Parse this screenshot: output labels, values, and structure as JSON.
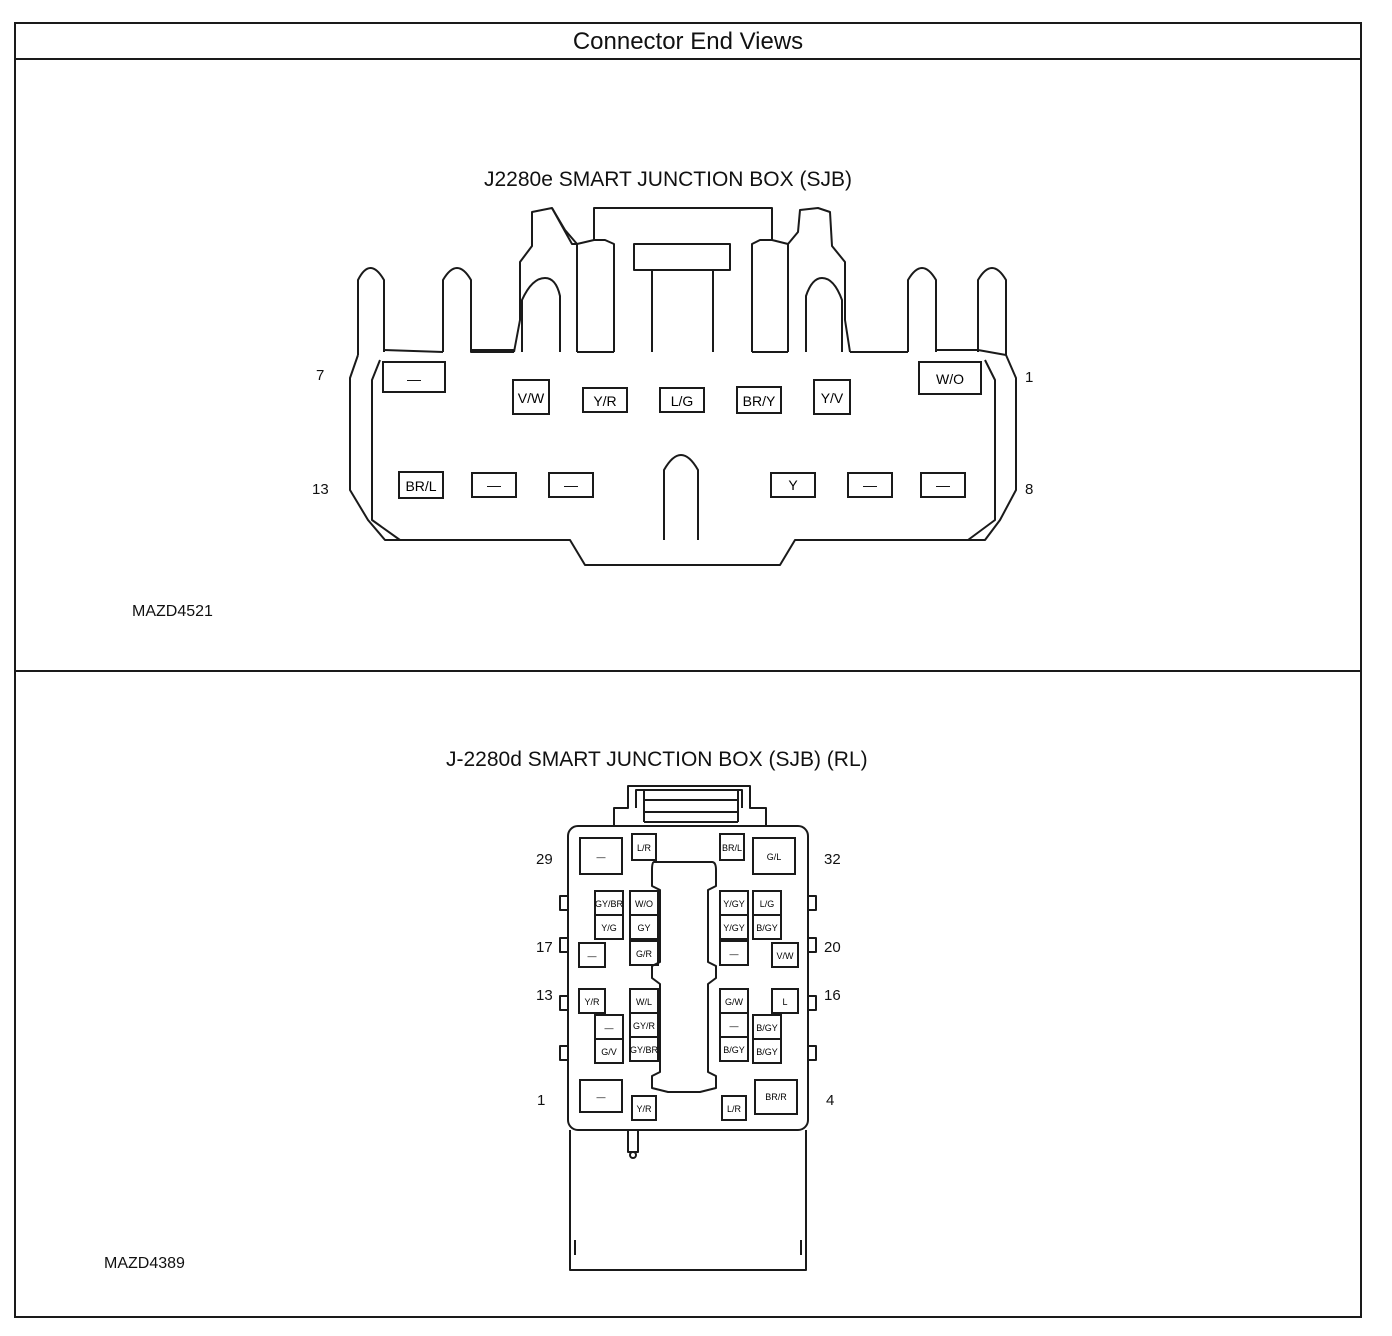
{
  "header": {
    "title": "Connector End Views"
  },
  "top": {
    "title": "J2280e SMART JUNCTION BOX (SJB)",
    "code": "MAZD4521",
    "pins": [
      "7",
      "1",
      "13",
      "8"
    ],
    "row1": [
      "—",
      "V/W",
      "Y/R",
      "L/G",
      "BR/Y",
      "Y/V",
      "W/O"
    ],
    "row2": [
      "BR/L",
      "—",
      "—",
      "Y",
      "—",
      "—"
    ]
  },
  "bottom": {
    "title": "J-2280d SMART JUNCTION BOX (SJB) (RL)",
    "code": "MAZD4389",
    "pins": [
      "29",
      "32",
      "17",
      "20",
      "13",
      "16",
      "1",
      "4"
    ],
    "cells": [
      "—",
      "L/R",
      "BR/L",
      "G/L",
      "GY/BR",
      "W/O",
      "Y/GY",
      "L/G",
      "Y/G",
      "GY",
      "Y/GY",
      "B/GY",
      "—",
      "G/R",
      "—",
      "V/W",
      "Y/R",
      "W/L",
      "G/W",
      "L",
      "—",
      "GY/R",
      "—",
      "B/GY",
      "G/V",
      "GY/BR",
      "B/GY",
      "B/GY",
      "—",
      "Y/R",
      "L/R",
      "BR/R"
    ]
  }
}
